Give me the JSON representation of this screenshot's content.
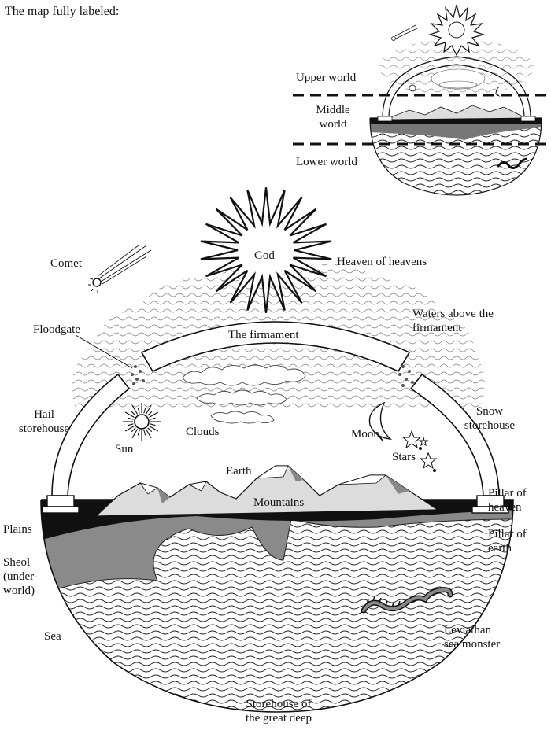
{
  "caption": "The map fully labeled:",
  "inset": {
    "upper_world": "Upper world",
    "middle_world_line1": "Middle",
    "middle_world_line2": "world",
    "lower_world": "Lower world"
  },
  "labels": {
    "comet": "Comet",
    "god": "God",
    "heaven_of_heavens": "Heaven of heavens",
    "waters_above_1": "Waters above the",
    "waters_above_2": "firmament",
    "floodgate": "Floodgate",
    "firmament": "The firmament",
    "hail_1": "Hail",
    "hail_2": "storehouse",
    "sun": "Sun",
    "clouds": "Clouds",
    "moon": "Moon",
    "stars": "Stars",
    "snow_1": "Snow",
    "snow_2": "storehouse",
    "earth": "Earth",
    "mountains": "Mountains",
    "pillar_heaven_1": "Pillar of",
    "pillar_heaven_2": "heaven",
    "plains": "Plains",
    "pillar_earth_1": "Pillar of",
    "pillar_earth_2": "earth",
    "sheol_1": "Sheol",
    "sheol_2": "(under-",
    "sheol_3": "world)",
    "sea": "Sea",
    "leviathan_1": "Leviathan",
    "leviathan_2": "sea monster",
    "storehouse_deep_1": "Storehouse of",
    "storehouse_deep_2": "the great deep"
  }
}
